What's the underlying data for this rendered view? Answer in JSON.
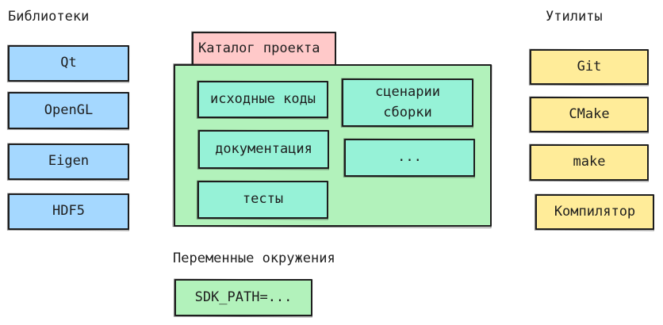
{
  "libraries": {
    "title": "Библиотеки",
    "items": [
      "Qt",
      "OpenGL",
      "Eigen",
      "HDF5"
    ]
  },
  "utilities": {
    "title": "Утилиты",
    "items": [
      "Git",
      "CMake",
      "make",
      "Компилятор"
    ]
  },
  "catalog": {
    "title": "Каталог проекта",
    "items": {
      "source": "исходные коды",
      "build_scripts_line1": "сценарии",
      "build_scripts_line2": "сборки",
      "docs": "документация",
      "more": "...",
      "tests": "тесты"
    }
  },
  "env": {
    "title": "Переменные окружения",
    "value": "SDK_PATH=..."
  },
  "colors": {
    "libraries": "#a5d8ff",
    "utilities": "#ffec99",
    "catalog_items": "#96f2d7",
    "catalog_bg": "#b2f2bb",
    "catalog_tab": "#ffc9c9",
    "stroke": "#1e1e1e"
  }
}
